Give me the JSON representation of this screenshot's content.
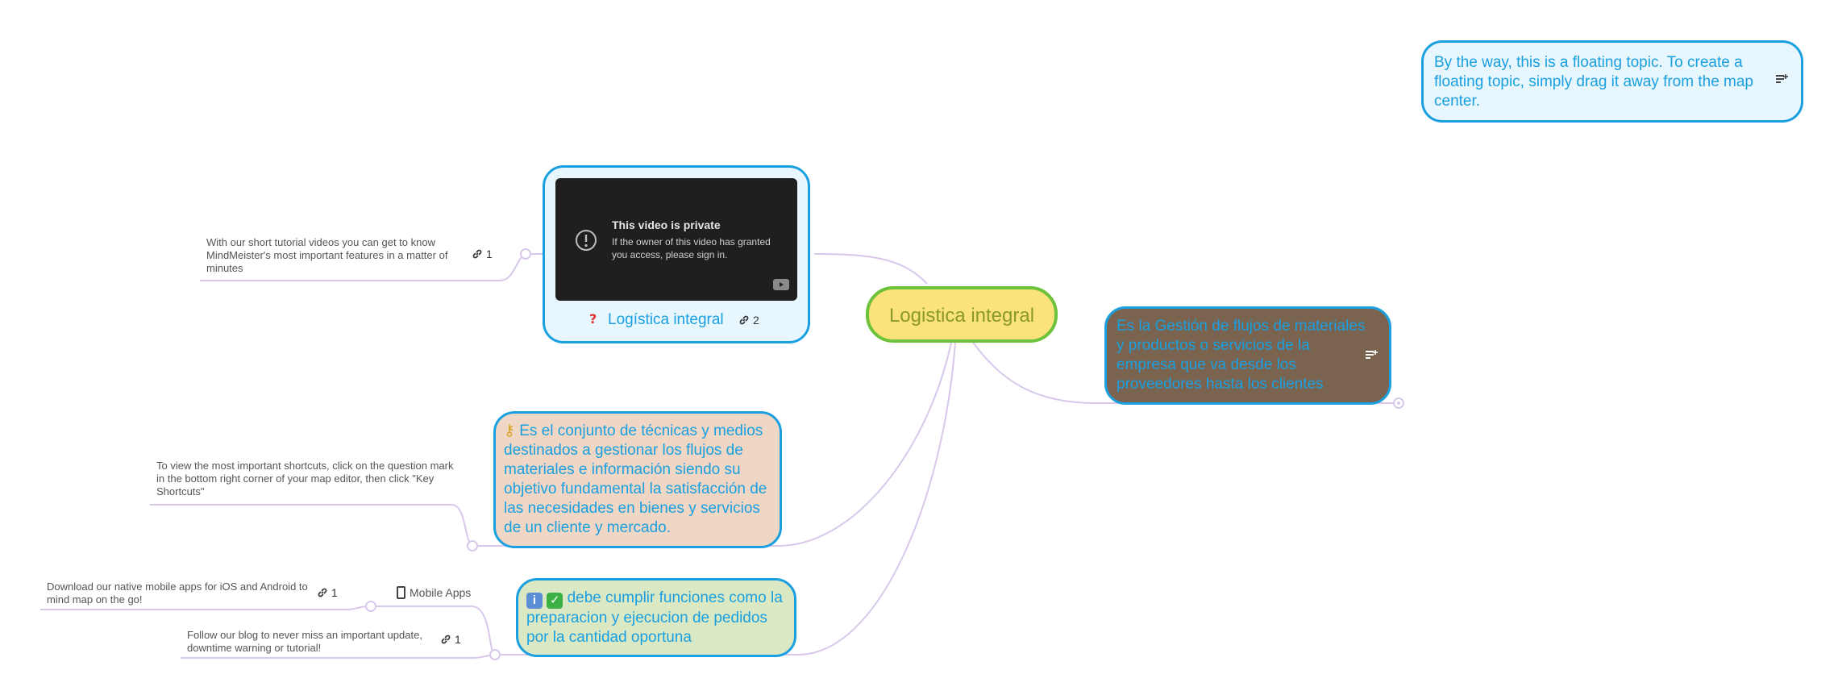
{
  "central": {
    "title": "Logistica integral"
  },
  "floating": {
    "text": "By the way, this is a floating topic. To create a floating topic, simply drag it away from the map center."
  },
  "video_topic": {
    "video_title": "This video is private",
    "video_message": "If the owner of this video has granted you access, please sign in.",
    "icon": "question-mark",
    "label": "Logística integral",
    "link_count": "2"
  },
  "tutorial_note": {
    "text": "With our short tutorial videos you can get to know MindMeister's most important features in a matter of minutes",
    "link_count": "1"
  },
  "definition_topic": {
    "text": "Es la Gestión de flujos de materiales y productos o servicios de la empresa que va desde los proveedores hasta los clientes"
  },
  "techniques_topic": {
    "icon": "key",
    "text": "Es el conjunto de técnicas y medios destinados a gestionar los flujos de materiales e información siendo su objetivo fundamental la satisfacción de las necesidades en bienes y servicios de un cliente y mercado."
  },
  "shortcuts_note": {
    "text": "To view the most important shortcuts, click on the question mark in the bottom right corner of your map editor, then click \"Key Shortcuts\""
  },
  "functions_topic": {
    "icons": [
      "info",
      "check"
    ],
    "text": "debe cumplir funciones como la preparacion y ejecucion de pedidos por la cantidad oportuna"
  },
  "mobile_apps": {
    "label": "Mobile Apps"
  },
  "mobile_note": {
    "text": "Download our native mobile apps for iOS and Android to mind map on the go!",
    "link_count": "1"
  },
  "blog_note": {
    "text": "Follow our blog to never miss an important update, downtime warning or tutorial!",
    "link_count": "1"
  },
  "colors": {
    "connector": "#d8c8ea",
    "accent_blue": "#1aa0e0",
    "central_fill": "#fbe27a",
    "central_border": "#6cc23a",
    "central_text": "#8a9a2a",
    "definition_fill": "#7a6450",
    "techniques_fill": "#f0d6c4",
    "functions_fill": "#dbe8c4",
    "light_blue_fill": "#e8f6fd"
  }
}
